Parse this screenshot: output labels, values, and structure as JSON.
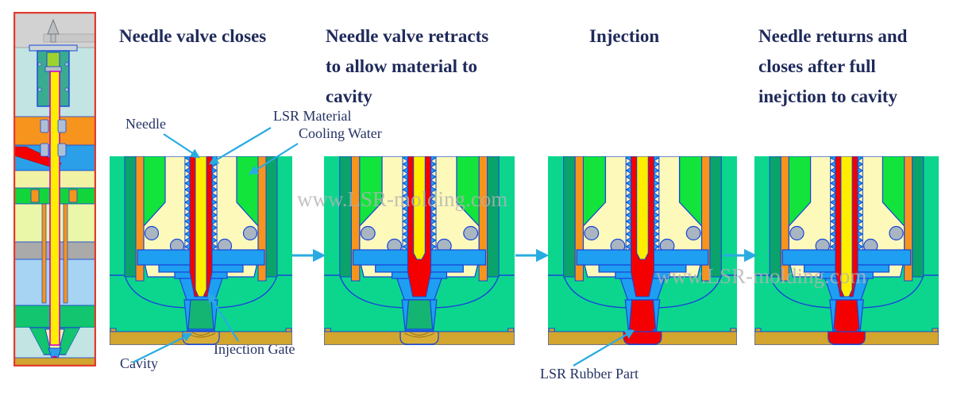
{
  "page": {
    "background": "#ffffff"
  },
  "steps": [
    {
      "name": "needle-valve-closed",
      "title": "Needle valve closes",
      "needle": "down",
      "tip": "green",
      "cavity": "empty"
    },
    {
      "name": "needle-valve-retracted",
      "title": "Needle valve retracts\nto allow material to\ncavity",
      "needle": "up",
      "tip": "green",
      "cavity": "empty"
    },
    {
      "name": "injection",
      "title": "Injection",
      "needle": "up",
      "tip": "red",
      "cavity": "filled"
    },
    {
      "name": "needle-returned-closed",
      "title": "Needle returns and\ncloses after full\ninejction to cavity",
      "needle": "down",
      "tip": "red",
      "cavity": "filled"
    }
  ],
  "callouts": {
    "needle": "Needle",
    "lsr_material": "LSR Material",
    "cooling_water": "Cooling Water",
    "cavity": "Cavity",
    "injection_gate": "Injection Gate",
    "lsr_rubber_part": "LSR Rubber Part"
  },
  "watermark": {
    "text": "www.LSR-molding.com"
  },
  "colors": {
    "title_text": "#1f2a5a",
    "label_text": "#253366",
    "arrow_cyan": "#29abe2",
    "watermark_gray": "#b3b3b3",
    "outline_blue": "#1847d8",
    "mold_green": "#0cd68e",
    "dark_green": "#0aa36b",
    "bright_green": "#12e43c",
    "orange": "#f7941d",
    "cream": "#fdf9bb",
    "needle_yellow": "#ffee00",
    "lsr_red": "#f40000",
    "manifold_blue": "#1e9ff2",
    "ball_gray": "#a9b6c2",
    "cavity_plate_tan": "#d2a52e",
    "cavity_recess_tan": "#d9ae38",
    "cavity_line_dark": "#8a6a14",
    "tip_green": "#14b573",
    "frame_red": "#e23a2e",
    "assembly_bg_cyan": "#c2e4e2",
    "assembly_gray": "#d2d2d2",
    "assembly_teal": "#39ab90",
    "assembly_lime": "#9ed32f",
    "assembly_band_blue": "#2b9fe8",
    "assembly_pale_yellow": "#f2f2a4",
    "assembly_pale_green": "#eaf6a8",
    "assembly_green_band": "#12d53c",
    "assembly_gray_band": "#aaaaaa",
    "assembly_light_blue": "#a6d4f2",
    "assembly_body_green": "#12c56e",
    "rod_magenta": "#cc00cc"
  }
}
